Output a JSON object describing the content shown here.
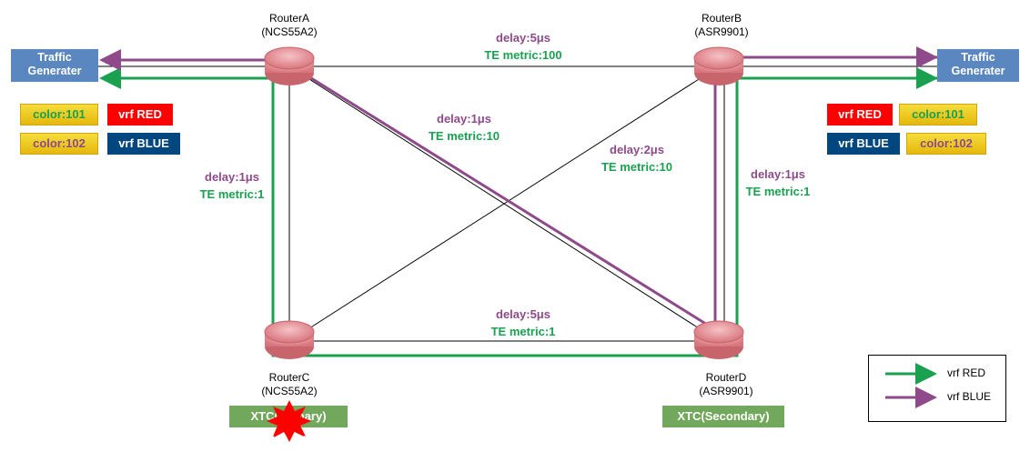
{
  "routers": [
    {
      "id": "A",
      "name": "RouterA",
      "model": "(NCS55A2)"
    },
    {
      "id": "B",
      "name": "RouterB",
      "model": "(ASR9901)"
    },
    {
      "id": "C",
      "name": "RouterC",
      "model": "(NCS55A2)"
    },
    {
      "id": "D",
      "name": "RouterD",
      "model": "(ASR9901)"
    }
  ],
  "traffic_generator_label": [
    "Traffic",
    "Generater"
  ],
  "links": [
    {
      "between": "A-B",
      "delay": "delay:5μs",
      "metric": "TE metric:100"
    },
    {
      "between": "A-D",
      "delay": "delay:1μs",
      "metric": "TE metric:10"
    },
    {
      "between": "B-C",
      "delay": "delay:2μs",
      "metric": "TE metric:10"
    },
    {
      "between": "A-C",
      "delay": "delay:1μs",
      "metric": "TE metric:1"
    },
    {
      "between": "B-D",
      "delay": "delay:1μs",
      "metric": "TE metric:1"
    },
    {
      "between": "C-D",
      "delay": "delay:5μs",
      "metric": "TE metric:1"
    }
  ],
  "left_tags": {
    "color_101": "color:101",
    "vrf_red": "vrf RED",
    "color_102": "color:102",
    "vrf_blue": "vrf BLUE"
  },
  "right_tags": {
    "vrf_red": "vrf RED",
    "color_101": "color:101",
    "vrf_blue": "vrf BLUE",
    "color_102": "color:102"
  },
  "xtc": {
    "primary": "XTC(Primary)",
    "secondary": "XTC(Secondary)"
  },
  "legend": [
    {
      "label": "vrf RED",
      "color": "#1aa150"
    },
    {
      "label": "vrf BLUE",
      "color": "#8e4a8a"
    }
  ],
  "colors": {
    "green_path": "#1aa150",
    "purple_path": "#8e4a8a",
    "router": "#e89a9e",
    "tg_blue": "#5b87c0"
  },
  "failure_icon": "explosion-icon"
}
